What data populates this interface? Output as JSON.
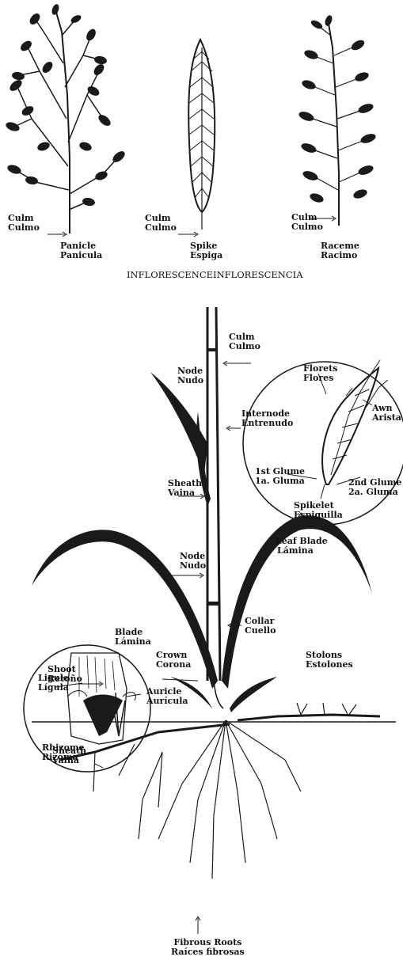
{
  "title": {
    "en": "INFLORESCENCE",
    "es": "INFLORESCENCIA"
  },
  "inflorescences": [
    {
      "culm_en": "Culm",
      "culm_es": "Culmo",
      "type_en": "Panicle",
      "type_es": "Panicula"
    },
    {
      "culm_en": "Culm",
      "culm_es": "Culmo",
      "type_en": "Spike",
      "type_es": "Espiga"
    },
    {
      "culm_en": "Culm",
      "culm_es": "Culmo",
      "type_en": "Raceme",
      "type_es": "Racimo"
    }
  ],
  "plant_labels": {
    "culm": {
      "en": "Culm",
      "es": "Culmo"
    },
    "node_top": {
      "en": "Node",
      "es": "Nudo"
    },
    "internode": {
      "en": "Internode",
      "es": "Entrenudo"
    },
    "sheath": {
      "en": "Sheath",
      "es": "Vaina"
    },
    "node_mid": {
      "en": "Node",
      "es": "Nudo"
    },
    "leaf_blade": {
      "en": "Leaf Blade",
      "es": "Lámina"
    },
    "collar": {
      "en": "Collar",
      "es": "Cuello"
    },
    "crown": {
      "en": "Crown",
      "es": "Corona"
    },
    "shoot": {
      "en": "Shoot",
      "es": "Retoño"
    },
    "stolons": {
      "en": "Stolons",
      "es": "Estolones"
    },
    "rhizome": {
      "en": "Rhizome",
      "es": "Rizoma"
    },
    "fibrous_roots": {
      "en": "Fibrous Roots",
      "es": "Raíces fibrosas"
    }
  },
  "spikelet_inset": {
    "florets": {
      "en": "Florets",
      "es": "Flores"
    },
    "awn": {
      "en": "Awn",
      "es": "Arista"
    },
    "glume1": {
      "en": "1st Glume",
      "es": "1a. Gluma"
    },
    "glume2": {
      "en": "2nd Glume",
      "es": "2a. Gluma"
    },
    "spikelet": {
      "en": "Spikelet",
      "es": "Espiguilla"
    }
  },
  "ligule_inset": {
    "blade": {
      "en": "Blade",
      "es": "Lámina"
    },
    "ligule": {
      "en": "Ligule",
      "es": "Lígula"
    },
    "auricle": {
      "en": "Auricle",
      "es": "Aurícula"
    },
    "sheath": {
      "en": "Sheath",
      "es": "Vaina"
    }
  }
}
